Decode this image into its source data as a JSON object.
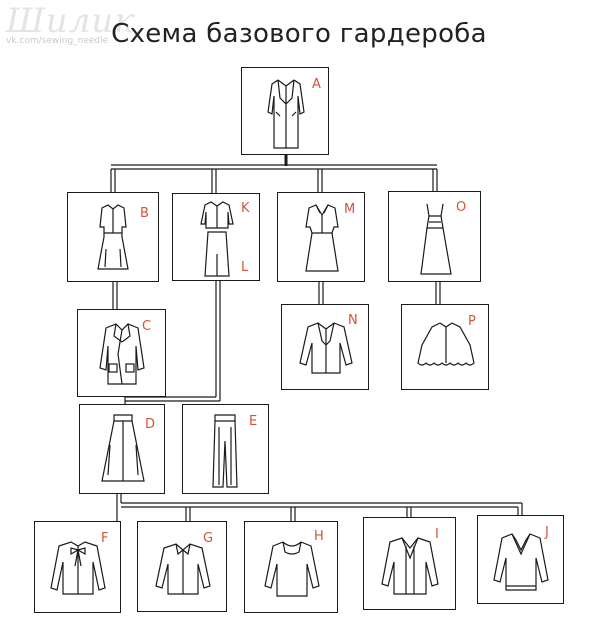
{
  "watermark": {
    "logo": "Шилик",
    "url": "vk.com/sewing_needle"
  },
  "title": "Схема базового гардероба",
  "boxes": {
    "A": {
      "letter": "A",
      "garment": "coat-icon"
    },
    "B": {
      "letter": "B",
      "garment": "dress-with-jacket-icon"
    },
    "K": {
      "letter": "K",
      "letter2": "L",
      "garment": "jacket-and-skirt-icon"
    },
    "M": {
      "letter": "M",
      "garment": "shirt-dress-icon"
    },
    "O": {
      "letter": "O",
      "garment": "sundress-icon"
    },
    "C": {
      "letter": "C",
      "garment": "jacket-icon"
    },
    "N": {
      "letter": "N",
      "garment": "cardigan-icon"
    },
    "P": {
      "letter": "P",
      "garment": "cape-icon"
    },
    "D": {
      "letter": "D",
      "garment": "skirt-icon"
    },
    "E": {
      "letter": "E",
      "garment": "trousers-icon"
    },
    "F": {
      "letter": "F",
      "garment": "bow-blouse-icon"
    },
    "G": {
      "letter": "G",
      "garment": "shirt-icon"
    },
    "H": {
      "letter": "H",
      "garment": "collar-sweater-icon"
    },
    "I": {
      "letter": "I",
      "garment": "twinset-icon"
    },
    "J": {
      "letter": "J",
      "garment": "v-neck-sweater-icon"
    }
  },
  "colors": {
    "letter": "#d2543a",
    "line": "#1a1a1a"
  }
}
